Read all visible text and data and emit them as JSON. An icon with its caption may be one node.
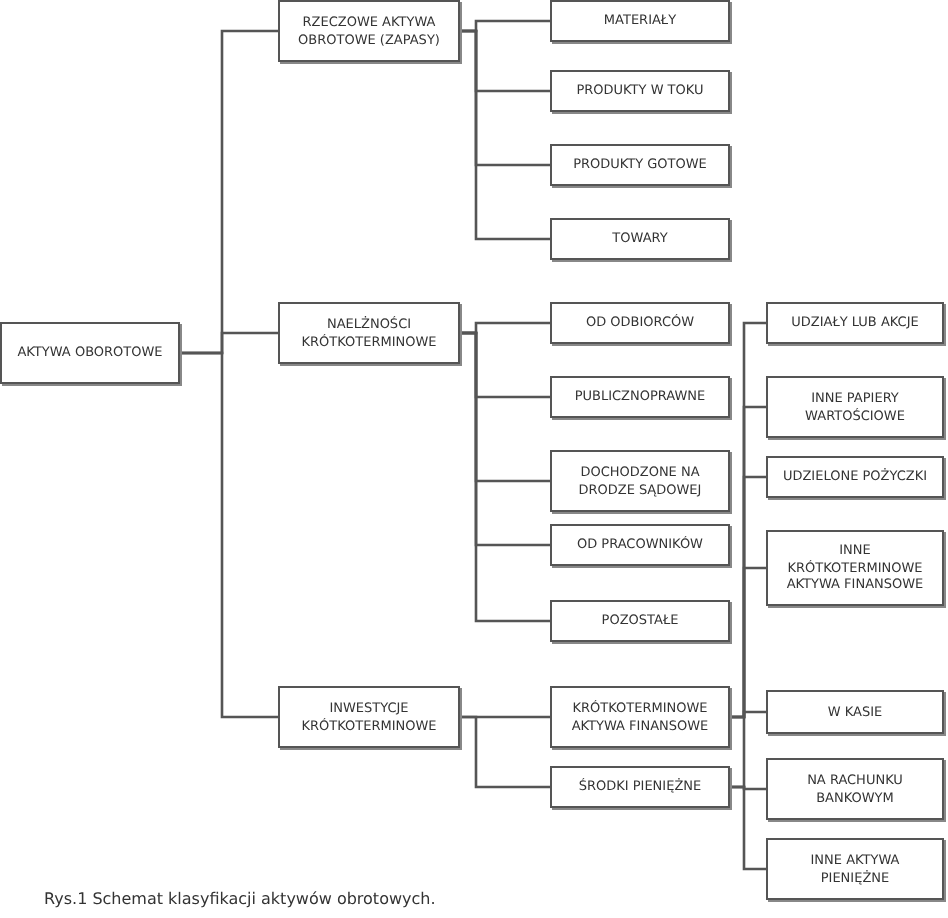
{
  "diagram": {
    "caption": "Rys.1 Schemat klasyfikacji aktywów obrotowych.",
    "nodes": [
      {
        "text": [
          "AKTYWA OBOROTOWE"
        ]
      },
      {
        "text": [
          "RZECZOWE AKTYWA OBROTOWE (ZAPASY)"
        ]
      },
      {
        "text": [
          "MATERIAŁY"
        ]
      },
      {
        "text": [
          "PRODUKTY W TOKU"
        ]
      },
      {
        "text": [
          "PRODUKTY GOTOWE"
        ]
      },
      {
        "text": [
          "TOWARY"
        ]
      },
      {
        "text": [
          "NAELŻNOŚCI KRÓTKOTERMINOWE"
        ]
      },
      {
        "text": [
          "OD ODBIORCÓW"
        ]
      },
      {
        "text": [
          "PUBLICZNOPRAWNE"
        ]
      },
      {
        "text": [
          "DOCHODZONE NA DRODZE SĄDOWEJ"
        ]
      },
      {
        "text": [
          "OD PRACOWNIKÓW"
        ]
      },
      {
        "text": [
          "POZOSTAŁE"
        ]
      },
      {
        "text": [
          "INWESTYCJE KRÓTKOTERMINOWE"
        ]
      },
      {
        "text": [
          "KRÓTKOTERMINOWE AKTYWA FINANSOWE"
        ]
      },
      {
        "text": [
          "ŚRODKI PIENIĘŻNE"
        ]
      },
      {
        "text": [
          "UDZIAŁY LUB AKCJE"
        ]
      },
      {
        "text": [
          "INNE PAPIERY WARTOŚCIOWE"
        ]
      },
      {
        "text": [
          "UDZIELONE POŻYCZKI"
        ]
      },
      {
        "text": [
          "INNE KRÓTKOTERMINOWE AKTYWA FINANSOWE"
        ]
      },
      {
        "text": [
          "W KASIE"
        ]
      },
      {
        "text": [
          "NA RACHUNKU BANKOWYM"
        ]
      },
      {
        "text": [
          "INNE AKTYWA PIENIĘŻNE"
        ]
      }
    ],
    "edges": [
      {
        "from": 0,
        "to": 1,
        "arrow": "none"
      },
      {
        "from": 0,
        "to": 6,
        "arrow": "none"
      },
      {
        "from": 0,
        "to": 12,
        "arrow": "none"
      },
      {
        "from": 1,
        "to": 2,
        "arrow": "none"
      },
      {
        "from": 1,
        "to": 3,
        "arrow": "none"
      },
      {
        "from": 1,
        "to": 4,
        "arrow": "none"
      },
      {
        "from": 1,
        "to": 5,
        "arrow": "none"
      },
      {
        "from": 6,
        "to": 7,
        "arrow": "none"
      },
      {
        "from": 6,
        "to": 8,
        "arrow": "none"
      },
      {
        "from": 6,
        "to": 9,
        "arrow": "none"
      },
      {
        "from": 6,
        "to": 10,
        "arrow": "none"
      },
      {
        "from": 6,
        "to": 11,
        "arrow": "none"
      },
      {
        "from": 12,
        "to": 13,
        "arrow": "none"
      },
      {
        "from": 12,
        "to": 14,
        "arrow": "none"
      },
      {
        "from": 13,
        "to": 15,
        "arrow": "none"
      },
      {
        "from": 13,
        "to": 16,
        "arrow": "none"
      },
      {
        "from": 13,
        "to": 17,
        "arrow": "none"
      },
      {
        "from": 13,
        "to": 18,
        "arrow": "none"
      },
      {
        "from": 14,
        "to": 19,
        "arrow": "none"
      },
      {
        "from": 14,
        "to": 20,
        "arrow": "none"
      },
      {
        "from": 14,
        "to": 21,
        "arrow": "none"
      }
    ]
  }
}
